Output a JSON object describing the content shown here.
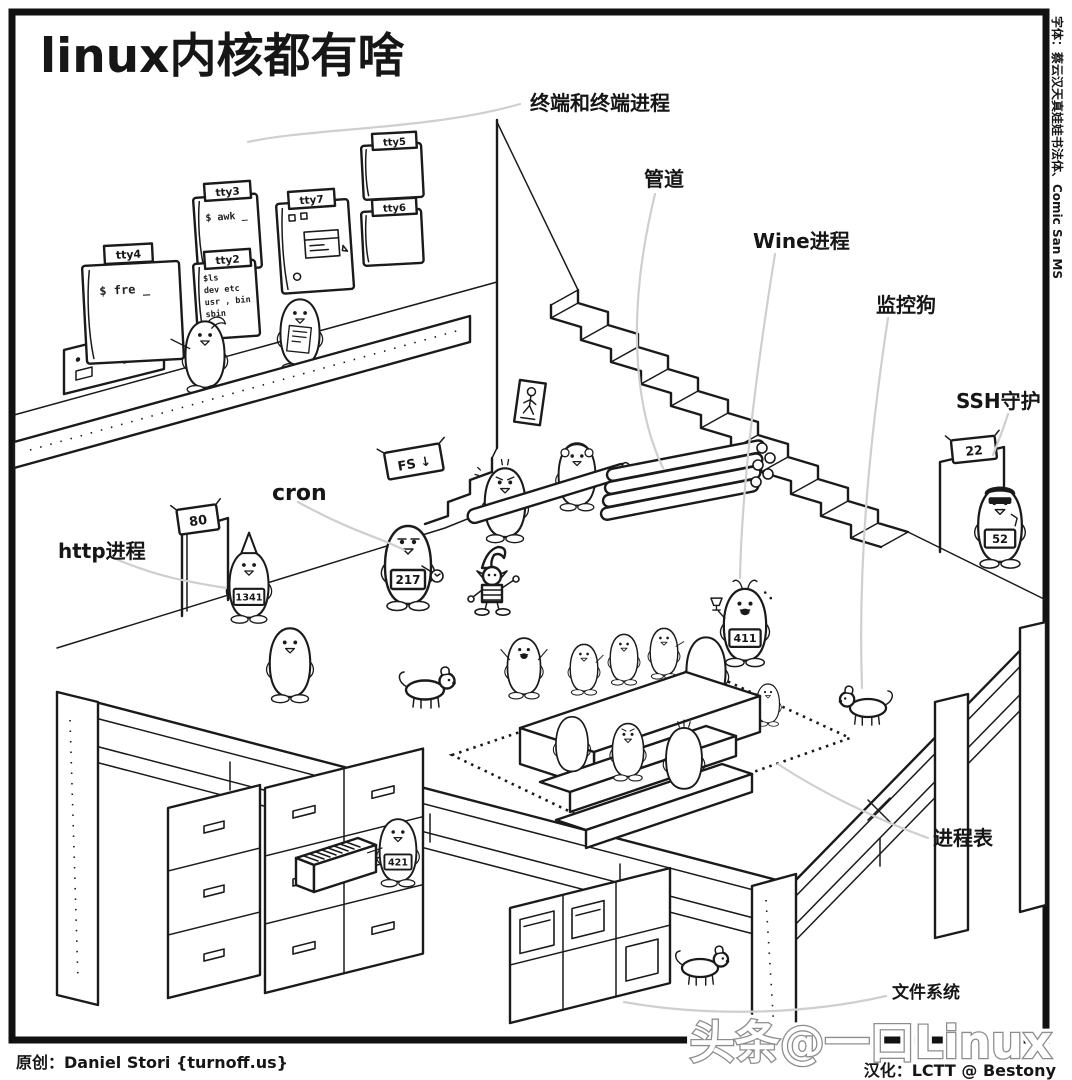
{
  "title": "linux内核都有啥",
  "side_note": "字体：蔡云汉天真娃娃书法体、Comic San MS",
  "labels": {
    "terminals": "终端和终端进程",
    "pipes": "管道",
    "wine": "Wine进程",
    "watchdog": "监控狗",
    "ssh": "SSH守护",
    "cron": "cron",
    "http": "http进程",
    "process_table": "进程表",
    "filesystem": "文件系统"
  },
  "signs": {
    "http_port": "80",
    "ssh_port": "22",
    "fs": "FS ↓"
  },
  "badges": {
    "http": "1341",
    "cron": "217",
    "wine": "411",
    "ssh": "52",
    "archivist": "421"
  },
  "posters": {
    "tty4": {
      "tab": "tty4",
      "line1": "$ fre _"
    },
    "tty3": {
      "tab": "tty3",
      "line1": "$ awk _"
    },
    "tty2": {
      "tab": "tty2",
      "line1": "$ls",
      "line2": "dev etc",
      "line3": "usr , bin",
      "line4": "sbin"
    },
    "tty7": {
      "tab": "tty7"
    },
    "tty5": {
      "tab": "tty5"
    },
    "tty6": {
      "tab": "tty6"
    }
  },
  "credits": {
    "original": "原创：Daniel Stori {turnoff.us}",
    "translation": "汉化：LCTT @ Bestony"
  },
  "watermark": "头条@一口Linux",
  "colors": {
    "ink": "#1a1a1a",
    "leader": "#cfcfcf",
    "watermark": "#8d8d8d"
  }
}
